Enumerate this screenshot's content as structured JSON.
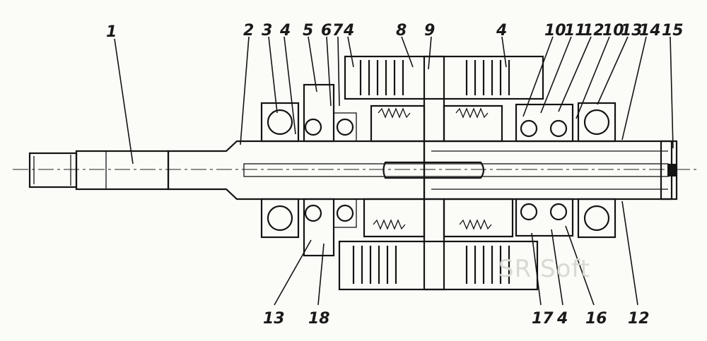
{
  "callouts_top": [
    {
      "id": "1",
      "text": "1"
    },
    {
      "id": "2",
      "text": "2"
    },
    {
      "id": "3",
      "text": "3"
    },
    {
      "id": "4a",
      "text": "4"
    },
    {
      "id": "5",
      "text": "5"
    },
    {
      "id": "6",
      "text": "6"
    },
    {
      "id": "7",
      "text": "7"
    },
    {
      "id": "4b",
      "text": "4"
    },
    {
      "id": "8",
      "text": "8"
    },
    {
      "id": "9",
      "text": "9"
    },
    {
      "id": "4c",
      "text": "4"
    },
    {
      "id": "10a",
      "text": "10"
    },
    {
      "id": "11",
      "text": "11"
    },
    {
      "id": "12a",
      "text": "12"
    },
    {
      "id": "10b",
      "text": "10"
    },
    {
      "id": "13a",
      "text": "13"
    },
    {
      "id": "14",
      "text": "14"
    },
    {
      "id": "15",
      "text": "15"
    }
  ],
  "callouts_bottom": [
    {
      "id": "13b",
      "text": "13"
    },
    {
      "id": "18",
      "text": "18"
    },
    {
      "id": "17",
      "text": "17"
    },
    {
      "id": "4d",
      "text": "4"
    },
    {
      "id": "16",
      "text": "16"
    },
    {
      "id": "12b",
      "text": "12"
    }
  ],
  "watermark": "SR Soft"
}
